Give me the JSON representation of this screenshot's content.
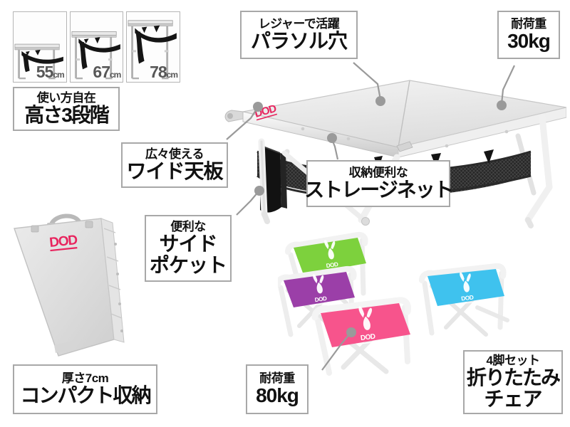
{
  "page": {
    "title": "折りたたみテーブル＆チェア 商品説明図",
    "background_color": "#ffffff"
  },
  "height_panels": {
    "items": [
      {
        "name": "height-low",
        "value": "55",
        "unit": "cm"
      },
      {
        "name": "height-middle",
        "value": "67",
        "unit": "cm"
      },
      {
        "name": "height-high",
        "value": "78",
        "unit": "cm"
      }
    ]
  },
  "callouts": [
    {
      "id": "height-3-stage",
      "heading": "使い方自在",
      "title": "高さ3段階",
      "lines": []
    },
    {
      "id": "parasol-hole",
      "heading": "レジャーで活躍",
      "title": "パラソル穴",
      "lines": []
    },
    {
      "id": "table-load-capacity",
      "heading": "耐荷重",
      "title": "30kg",
      "lines": []
    },
    {
      "id": "wide-tabletop",
      "heading": "広々使える",
      "title": "ワイド天板",
      "lines": []
    },
    {
      "id": "side-pocket",
      "heading": "便利な",
      "title": "サイド",
      "lines": [
        "ポケット"
      ]
    },
    {
      "id": "storage-net",
      "heading": "収納便利な",
      "title": "ストレージネット",
      "lines": []
    },
    {
      "id": "compact-storage",
      "heading": "厚さ7cm",
      "title": "コンパクト収納",
      "lines": []
    },
    {
      "id": "chair-load-capacity",
      "heading": "耐荷重",
      "title": "80kg",
      "lines": []
    },
    {
      "id": "folding-chair",
      "heading": "4脚セット",
      "title": "折りたたみ",
      "lines": [
        "チェア"
      ]
    }
  ],
  "products": {
    "table": {
      "name": "折りたたみテーブル",
      "brand_logo": "DOD",
      "top_color": "#e8e8e8",
      "frame_color": "#f2f2f2",
      "net_color": "#1c1c1c",
      "pocket_color": "#161616"
    },
    "carry_case": {
      "name": "収納ケース",
      "brand_logo": "DOD",
      "logo_color": "#e8245e",
      "body_color": "#dcdcdc"
    },
    "chairs": {
      "name": "折りたたみチェア 4脚セット",
      "brand_logo": "DOD",
      "seat_logo_color": "#ffffff",
      "items": [
        {
          "name": "chair-purple",
          "color": "#9b3fa8"
        },
        {
          "name": "chair-green",
          "color": "#7dd13d"
        },
        {
          "name": "chair-blue",
          "color": "#3fc2ee"
        },
        {
          "name": "chair-pink",
          "color": "#f7548c"
        }
      ],
      "frame_color": "#efefef"
    }
  },
  "theme": {
    "callout_border": "#a8a8a8",
    "wire_color": "#9a9a9a",
    "text_color": "#111111",
    "measure_text_color": "#575757"
  }
}
